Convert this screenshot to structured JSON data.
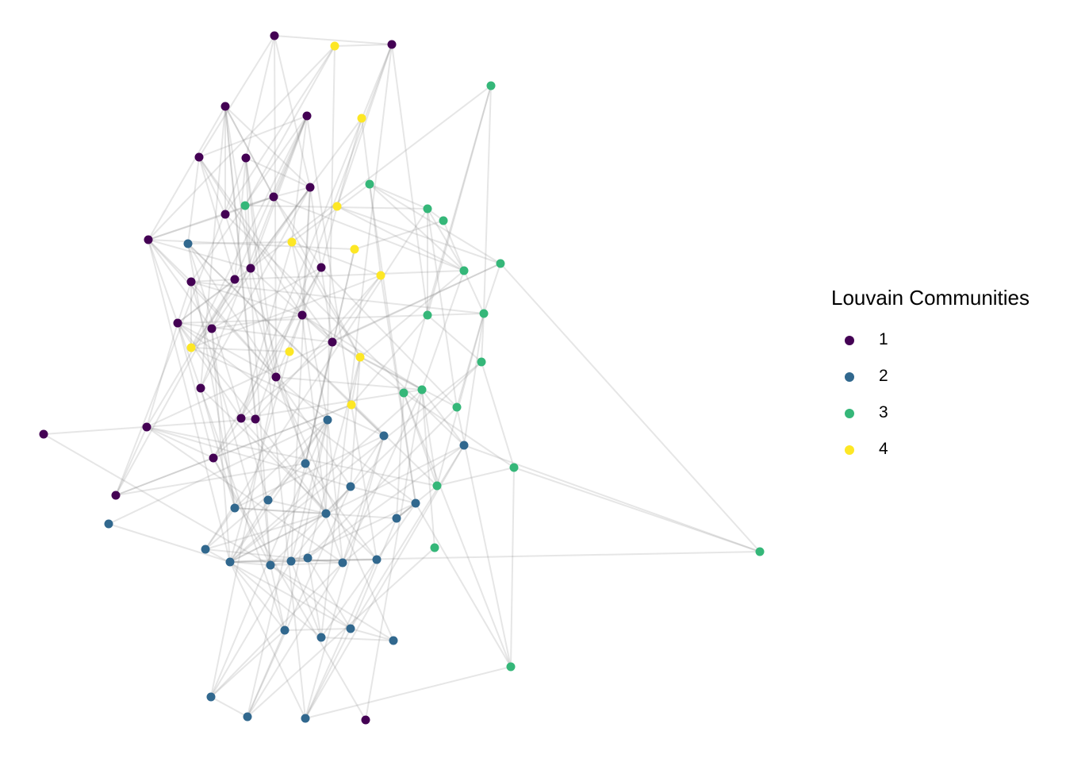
{
  "legend": {
    "title": "Louvain Communities",
    "items": [
      {
        "label": "1",
        "color": "#440154"
      },
      {
        "label": "2",
        "color": "#31688E"
      },
      {
        "label": "3",
        "color": "#35B779"
      },
      {
        "label": "4",
        "color": "#FDE725"
      }
    ]
  },
  "edge_color": "#808080",
  "node_communities": [
    1,
    1,
    1,
    1,
    1,
    1,
    1,
    1,
    1,
    1,
    1,
    1,
    1,
    1,
    1,
    1,
    1,
    1,
    1,
    1,
    1,
    1,
    1,
    1,
    1,
    1,
    1,
    4,
    4,
    4,
    4,
    4,
    4,
    4,
    4,
    4,
    4,
    3,
    3,
    3,
    3,
    3,
    3,
    3,
    3,
    3,
    3,
    3,
    3,
    3,
    3,
    3,
    3,
    3,
    3,
    2,
    2,
    2,
    2,
    2,
    2,
    2,
    2,
    2,
    2,
    2,
    2,
    2,
    2,
    2,
    2,
    2,
    2,
    2,
    2,
    2,
    2,
    2,
    2,
    2,
    2
  ]
}
